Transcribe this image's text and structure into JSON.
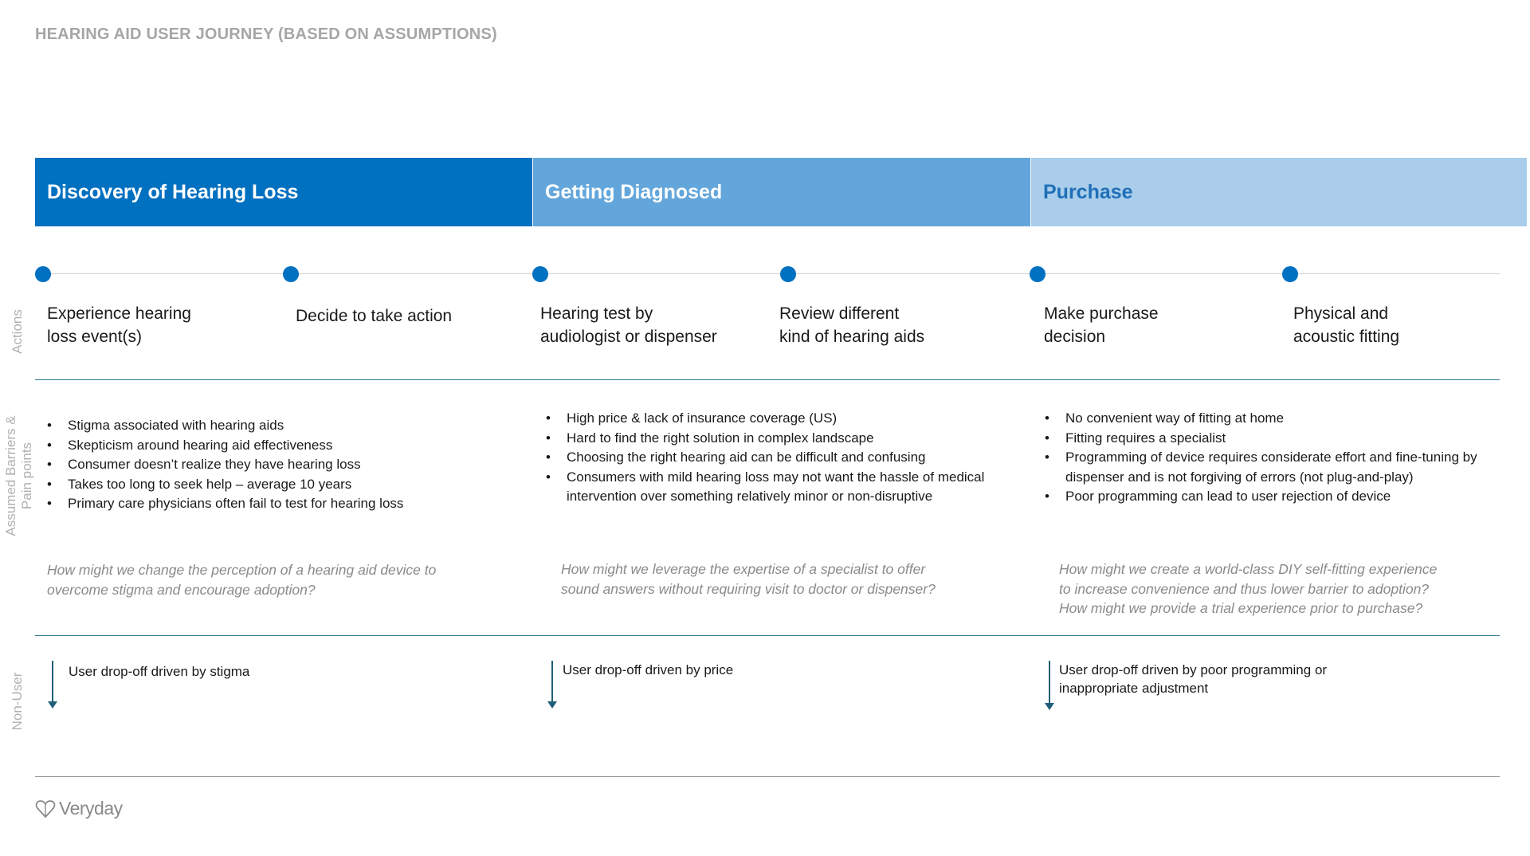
{
  "title": "HEARING AID USER JOURNEY (BASED ON ASSUMPTIONS)",
  "phases": [
    {
      "label": "Discovery of Hearing Loss"
    },
    {
      "label": "Getting Diagnosed"
    },
    {
      "label": "Purchase"
    }
  ],
  "row_labels": {
    "actions": "Actions",
    "barriers_line1": "Assumed Barriers &",
    "barriers_line2": "Pain points",
    "non_user": "Non-User"
  },
  "actions": [
    {
      "line1": "Experience hearing",
      "line2": "loss event(s)"
    },
    {
      "line1": "Decide to take action",
      "line2": ""
    },
    {
      "line1": "Hearing test by",
      "line2": "audiologist or dispenser"
    },
    {
      "line1": "Review different",
      "line2": "kind of hearing aids"
    },
    {
      "line1": "Make purchase",
      "line2": "decision"
    },
    {
      "line1": "Physical and",
      "line2": "acoustic fitting"
    }
  ],
  "barriers": [
    {
      "bullets": [
        "Stigma associated with hearing aids",
        "Skepticism around hearing aid effectiveness",
        "Consumer doesn’t realize they have hearing loss",
        "Takes too long to seek help – average 10 years",
        "Primary care physicians often fail to test for hearing loss"
      ],
      "question_lines": [
        "How might we change the perception of a hearing aid device to",
        "overcome stigma and encourage adoption?"
      ]
    },
    {
      "bullets": [
        "High price & lack of insurance coverage (US)",
        "Hard to find the right solution in complex landscape",
        "Choosing the right hearing aid can be difficult and confusing",
        "Consumers with mild hearing loss may not want the hassle of medical intervention over something relatively minor or non-disruptive"
      ],
      "question_lines": [
        "How might we leverage the expertise of a specialist to offer",
        "sound answers without requiring visit to doctor or dispenser?"
      ]
    },
    {
      "bullets": [
        "No convenient way of fitting at home",
        "Fitting requires a specialist",
        "Programming of device requires considerate effort and fine-tuning by dispenser and is not forgiving of errors (not plug-and-play)",
        "Poor programming can lead to user rejection of device"
      ],
      "question_lines": [
        "How might we create a world-class DIY self-fitting experience",
        "to increase convenience and thus lower barrier to adoption?",
        "How might we provide a trial experience prior to purchase?"
      ]
    }
  ],
  "dropoffs": [
    {
      "line1": "User drop-off driven by stigma",
      "line2": ""
    },
    {
      "line1": "User drop-off driven by price",
      "line2": ""
    },
    {
      "line1": "User drop-off driven by poor programming or",
      "line2": "inappropriate adjustment"
    }
  ],
  "logo": {
    "text": "Veryday",
    "icon": "heart-logo-icon"
  },
  "colors": {
    "phase1": "#0070c0",
    "phase2": "#63a6db",
    "phase3": "#a9cdea",
    "dot": "#0070c0",
    "divider": "#2c7a91"
  }
}
